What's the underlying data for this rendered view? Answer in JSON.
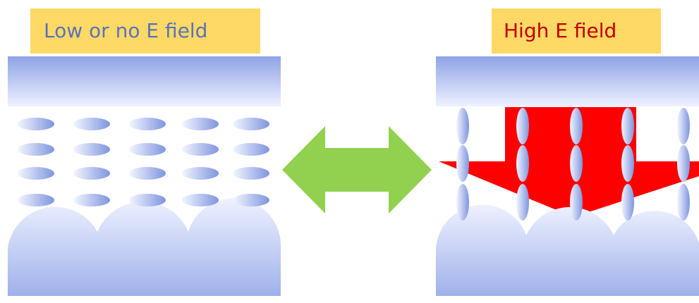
{
  "labels": {
    "low_field": "Low or no E field",
    "high_field": "High E field"
  },
  "colors": {
    "label_background": "#ffd966",
    "low_field_text": "#5b72b8",
    "high_field_text": "#c00000",
    "field_arrow": "#ff0000",
    "switch_arrow": "#92d050",
    "plate_top": "#b4c1ee",
    "plate_bottom": "#8fa3e6",
    "molecule_light": "#e6ecff",
    "molecule_dark": "#8fa3e6"
  },
  "icons": {
    "switch": "double-headed-arrow",
    "field": "down-arrow"
  }
}
